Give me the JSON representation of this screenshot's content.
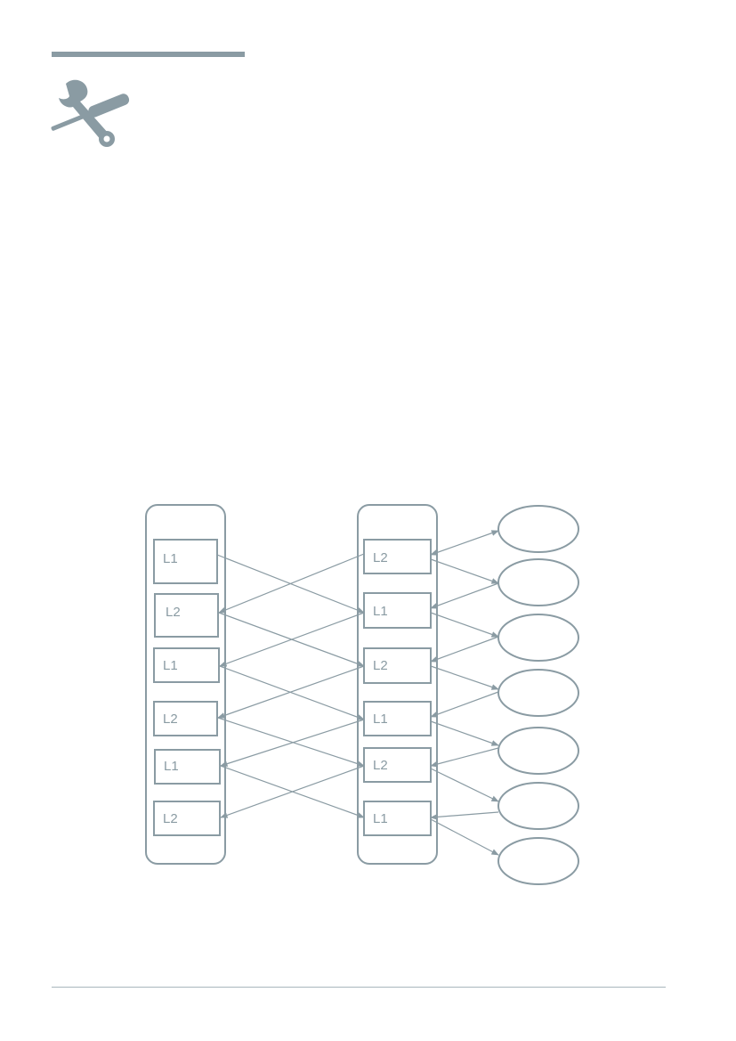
{
  "colors": {
    "accent": "#8a9ba3",
    "line": "#8a9ba3"
  },
  "header": {
    "icon": "tools-icon"
  },
  "diagram": {
    "left_column": [
      "L1",
      "L2",
      "L1",
      "L2",
      "L1",
      "L2"
    ],
    "middle_column": [
      "L2",
      "L1",
      "L2",
      "L1",
      "L2",
      "L1"
    ],
    "right_nodes_count": 7
  }
}
